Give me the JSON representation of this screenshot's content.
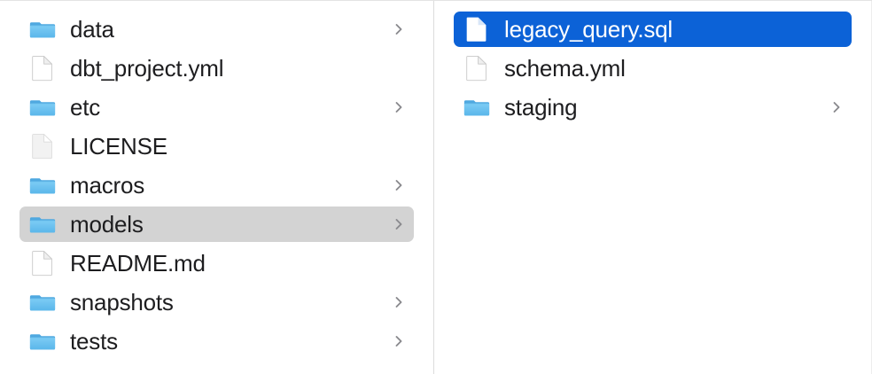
{
  "window": {
    "title": "Finder — Column View",
    "accent_blue": "#0c62d7",
    "selection_gray": "#d3d3d3",
    "text_color": "#1d1d1f",
    "divider_color": "#dcdcdc",
    "background": "#ffffff"
  },
  "columns": [
    {
      "name": "parent-column",
      "items": [
        {
          "label": "data",
          "icon": "folder-icon",
          "kind": "folder",
          "chevron": true,
          "selected": false
        },
        {
          "label": "dbt_project.yml",
          "icon": "document-icon",
          "kind": "file",
          "chevron": false,
          "selected": false
        },
        {
          "label": "etc",
          "icon": "folder-icon",
          "kind": "folder",
          "chevron": true,
          "selected": false
        },
        {
          "label": "LICENSE",
          "icon": "plain-file-icon",
          "kind": "file",
          "chevron": false,
          "selected": false
        },
        {
          "label": "macros",
          "icon": "folder-icon",
          "kind": "folder",
          "chevron": true,
          "selected": false
        },
        {
          "label": "models",
          "icon": "folder-icon",
          "kind": "folder",
          "chevron": true,
          "selected": true,
          "selection_style": "gray"
        },
        {
          "label": "README.md",
          "icon": "document-icon",
          "kind": "file",
          "chevron": false,
          "selected": false
        },
        {
          "label": "snapshots",
          "icon": "folder-icon",
          "kind": "folder",
          "chevron": true,
          "selected": false
        },
        {
          "label": "tests",
          "icon": "folder-icon",
          "kind": "folder",
          "chevron": true,
          "selected": false
        }
      ]
    },
    {
      "name": "child-column",
      "items": [
        {
          "label": "legacy_query.sql",
          "icon": "document-icon",
          "kind": "file",
          "chevron": false,
          "selected": true,
          "selection_style": "blue"
        },
        {
          "label": "schema.yml",
          "icon": "document-icon",
          "kind": "file",
          "chevron": false,
          "selected": false
        },
        {
          "label": "staging",
          "icon": "folder-icon",
          "kind": "folder",
          "chevron": true,
          "selected": false
        }
      ]
    }
  ]
}
